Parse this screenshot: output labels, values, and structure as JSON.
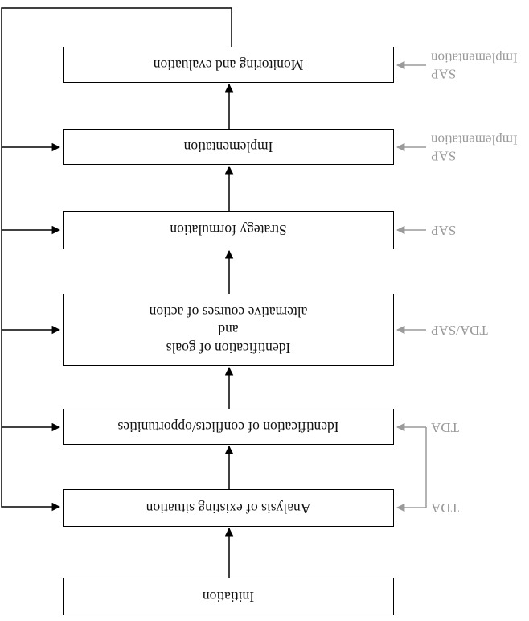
{
  "stages": [
    {
      "id": "initiation",
      "label": "Initiation",
      "phase": ""
    },
    {
      "id": "analysis",
      "label": "Analysis of existing situation",
      "phase": "TDA"
    },
    {
      "id": "conflicts",
      "label": "Identification of conflicts/opportunities",
      "phase": "TDA"
    },
    {
      "id": "goals",
      "label": "Identification of goals\nand\nalternative courses of action",
      "phase": "TDA/SAP"
    },
    {
      "id": "strategy",
      "label": "Strategy formulation",
      "phase": "SAP"
    },
    {
      "id": "implementation",
      "label": "Implementation",
      "phase": "SAP\nImplementation"
    },
    {
      "id": "monitoring",
      "label": "Monitoring and evaluation",
      "phase": "SAP\nImplementation"
    }
  ],
  "connections": {
    "sequence": [
      "Initiation",
      "Analysis of existing situation",
      "Identification of conflicts/opportunities",
      "Identification of goals and alternative courses of action",
      "Strategy formulation",
      "Implementation",
      "Monitoring and evaluation"
    ],
    "feedback_from": "Monitoring and evaluation",
    "feedback_to": [
      "Implementation",
      "Strategy formulation",
      "Identification of goals and alternative courses of action",
      "Identification of conflicts/opportunities",
      "Analysis of existing situation"
    ]
  },
  "colors": {
    "line": "#000000",
    "phase_label": "#9a9a9a",
    "box_fill": "#ffffff",
    "box_border": "#000000"
  }
}
